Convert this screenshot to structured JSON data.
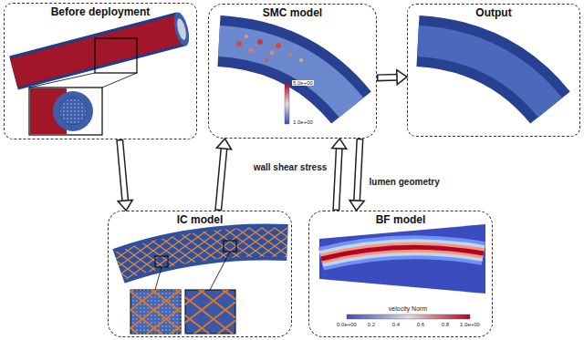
{
  "diagram": {
    "nodes": [
      {
        "text": [
          "Before deployment"
        ]
      },
      {
        "text": [
          "SMC model"
        ]
      },
      {
        "text": [
          "Output"
        ]
      },
      {
        "text": [
          "IC model"
        ]
      },
      {
        "text": [
          "BF model"
        ]
      }
    ],
    "edges": [
      {
        "from": 0,
        "to": 3,
        "arrow": "to"
      },
      {
        "from": 3,
        "to": 1,
        "arrow": "to"
      },
      {
        "from": 1,
        "to": 2,
        "arrow": "to"
      },
      {
        "from": 4,
        "to": 1,
        "label": "wall shear stress",
        "arrow": "to"
      },
      {
        "from": 1,
        "to": 4,
        "label": "lumen geometry",
        "arrow": "to"
      }
    ],
    "labels": [
      "5.0e+00",
      "1.0e+00",
      "velocity Norm",
      "0.0e+00",
      "0.2",
      "0.4",
      "0.6",
      "0.8",
      "1.0e+00"
    ]
  }
}
